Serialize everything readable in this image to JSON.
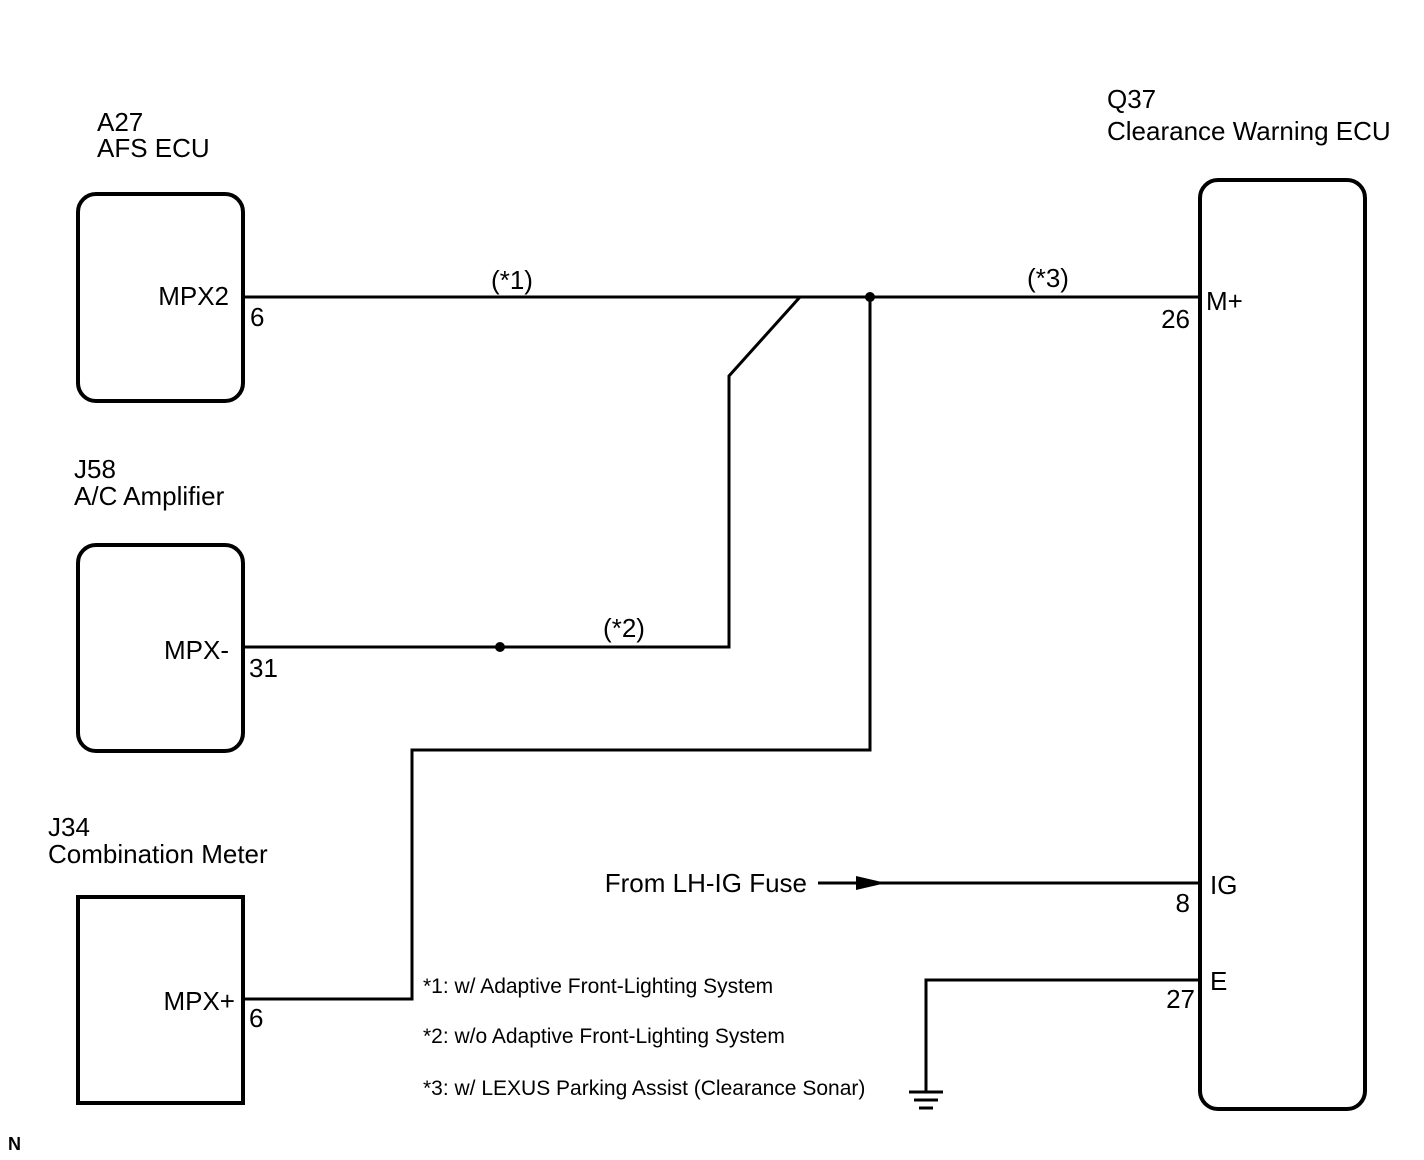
{
  "components": {
    "afs_ecu": {
      "code": "A27",
      "name": "AFS ECU",
      "terminal": "MPX2",
      "pin": "6"
    },
    "ac_amplifier": {
      "code": "J58",
      "name": "A/C Amplifier",
      "terminal": "MPX-",
      "pin": "31"
    },
    "combination_meter": {
      "code": "J34",
      "name": "Combination Meter",
      "terminal": "MPX+",
      "pin": "6"
    },
    "clearance_warning_ecu": {
      "code": "Q37",
      "name": "Clearance Warning ECU",
      "terminals": [
        {
          "name": "M+",
          "pin": "26"
        },
        {
          "name": "IG",
          "pin": "8"
        },
        {
          "name": "E",
          "pin": "27"
        }
      ]
    }
  },
  "wire_labels": {
    "w1": "(*1)",
    "w2": "(*2)",
    "w3": "(*3)"
  },
  "source": {
    "label": "From LH-IG Fuse"
  },
  "notes": [
    "*1: w/ Adaptive Front-Lighting System",
    "*2: w/o Adaptive Front-Lighting System",
    "*3: w/ LEXUS Parking Assist (Clearance Sonar)"
  ],
  "corner_mark": "N"
}
